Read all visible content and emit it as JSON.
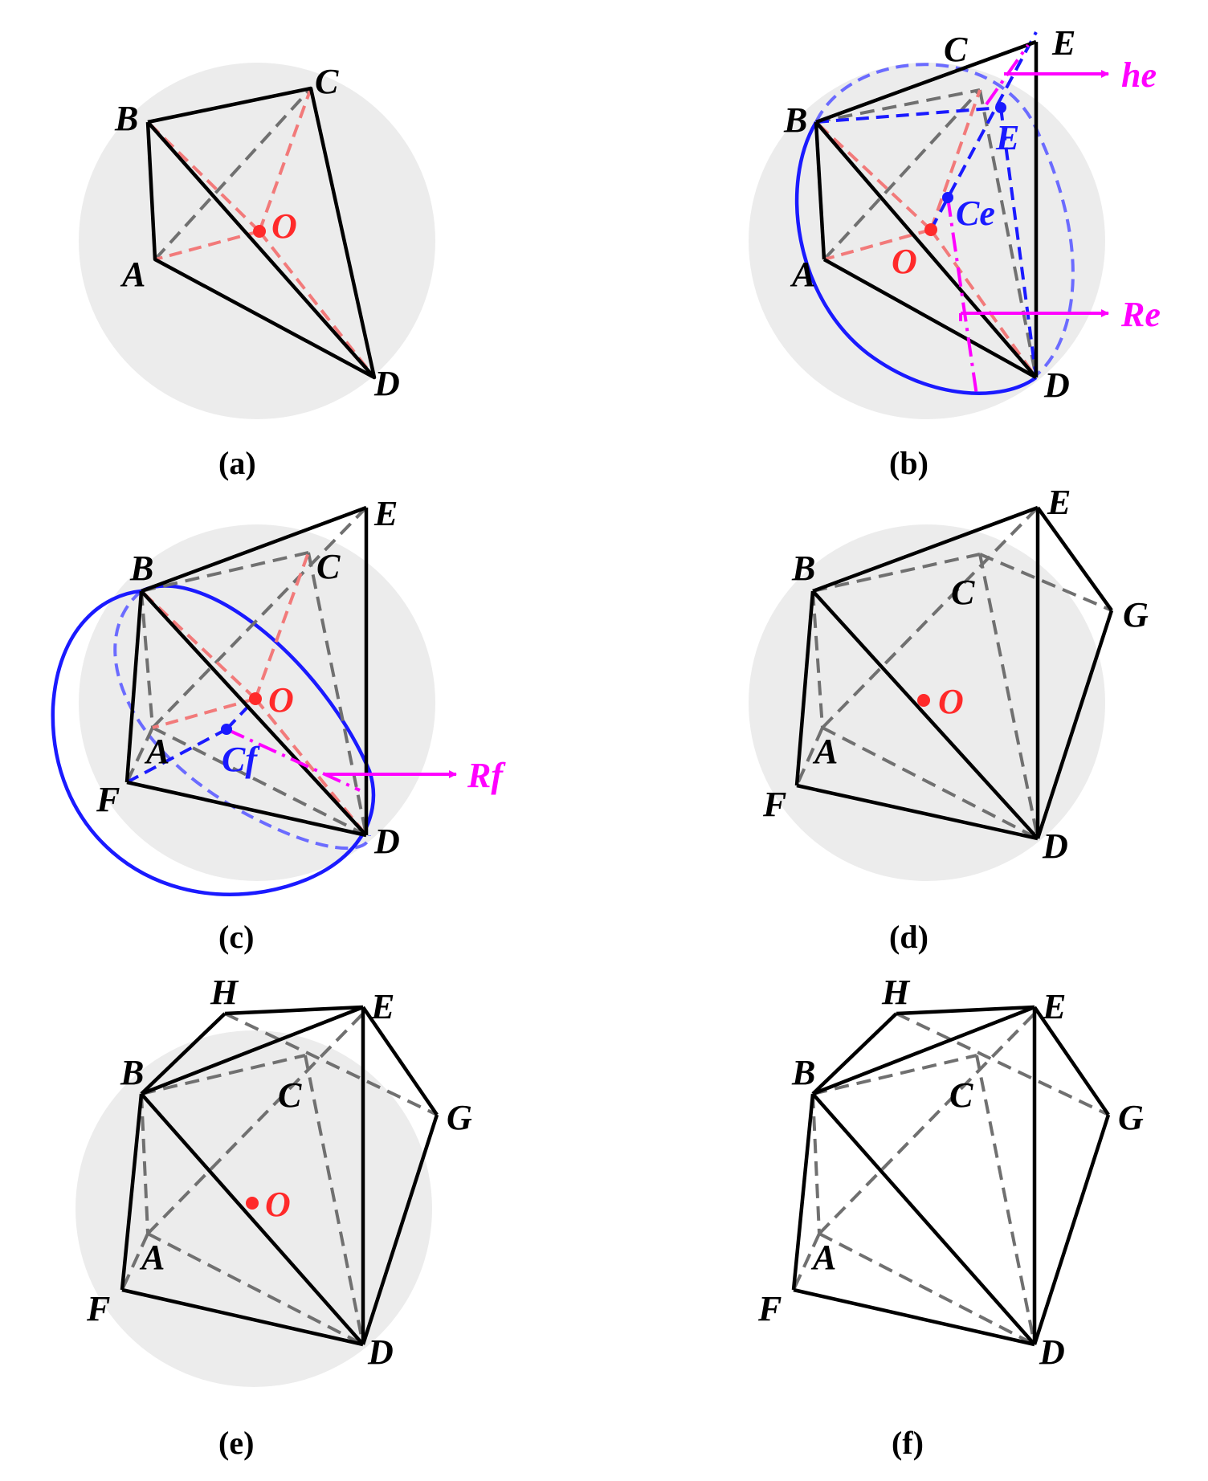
{
  "colors": {
    "sphere": "#ececec",
    "edge": "#000000",
    "hidden": "#707070",
    "radius": "#f27a7a",
    "center": "#ff2a2a",
    "circle": "#1a1aff",
    "circle_dashed": "#6b6bff",
    "annotation": "#ff00ff"
  },
  "panels": [
    {
      "caption": "(a)",
      "points": {
        "A": "A",
        "B": "B",
        "C": "C",
        "D": "D",
        "O": "O"
      }
    },
    {
      "caption": "(b)",
      "points": {
        "A": "A",
        "B": "B",
        "C": "C",
        "D": "D",
        "E": "E",
        "O": "O",
        "E_prime": "E",
        "Ce": "Ce"
      },
      "annotations": {
        "he": "he",
        "Re": "Re"
      }
    },
    {
      "caption": "(c)",
      "points": {
        "A": "A",
        "B": "B",
        "C": "C",
        "D": "D",
        "E": "E",
        "F": "F",
        "O": "O",
        "Cf": "Cf"
      },
      "annotations": {
        "Rf": "Rf"
      }
    },
    {
      "caption": "(d)",
      "points": {
        "A": "A",
        "B": "B",
        "C": "C",
        "D": "D",
        "E": "E",
        "F": "F",
        "G": "G",
        "O": "O"
      }
    },
    {
      "caption": "(e)",
      "points": {
        "A": "A",
        "B": "B",
        "C": "C",
        "D": "D",
        "E": "E",
        "F": "F",
        "G": "G",
        "H": "H",
        "O": "O"
      }
    },
    {
      "caption": "(f)",
      "points": {
        "A": "A",
        "B": "B",
        "C": "C",
        "D": "D",
        "E": "E",
        "F": "F",
        "G": "G",
        "H": "H"
      }
    }
  ]
}
